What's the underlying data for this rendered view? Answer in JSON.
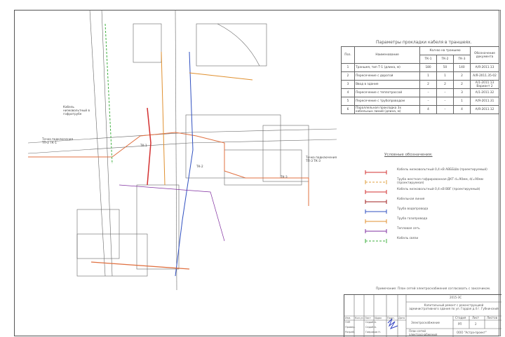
{
  "params_table": {
    "title": "Параметры прокладки кабеля в траншеях.",
    "headers": {
      "pos": "Поз.",
      "name": "Наименование",
      "qty": "Кол-во на траншею",
      "tk1": "ТК-1",
      "tk2": "ТК-2",
      "tk3": "ТК-3",
      "doc": "Обозначение документа"
    },
    "rows": [
      {
        "pos": "1",
        "name": "Траншея, тип Т-1 (длина, м)",
        "tk1": "180",
        "tk2": "50",
        "tk3": "140",
        "doc": "А/Я-2011.13"
      },
      {
        "pos": "2",
        "name": "Пересечение с дорогой",
        "tk1": "1",
        "tk2": "1",
        "tk3": "2",
        "doc": "А/Я-2011.35-02"
      },
      {
        "pos": "3",
        "name": "Ввод в здание",
        "tk1": "2",
        "tk2": "2",
        "tk3": "2",
        "doc": "А/1-2011.13 Вариант 2"
      },
      {
        "pos": "4",
        "name": "Пересечение с теплотрассой",
        "tk1": "–",
        "tk2": "–",
        "tk3": "3",
        "doc": "А/1-2011.32"
      },
      {
        "pos": "5",
        "name": "Пересечение с трубопроводом",
        "tk1": "–",
        "tk2": "–",
        "tk3": "1",
        "doc": "А/Я-2011.31"
      },
      {
        "pos": "6",
        "name": "Параллельная прокладка 3х кабельных линий (длина, м)",
        "tk1": "4",
        "tk2": "–",
        "tk3": "4",
        "doc": "А/Я-2011.12"
      }
    ]
  },
  "legend": {
    "title": "Условные обозначения:",
    "items": [
      {
        "label": "Кабель низковольтный 0,4 кВ АВББШв (проектируемый)",
        "color": "#d33030",
        "style": "solid"
      },
      {
        "label": "Труба жесткая гофрированная ДКТ d=90мм, d/=90мм (проектируемая)",
        "color": "#e0a040",
        "style": "dashed"
      },
      {
        "label": "Кабель низковольтный 0,4 кВ ВВГ (проектируемый)",
        "color": "#d33030",
        "style": "solid"
      },
      {
        "label": "Кабельная линия",
        "color": "#a02020",
        "style": "solid"
      },
      {
        "label": "Труба водопровода",
        "color": "#3050c0",
        "style": "solid"
      },
      {
        "label": "Труба газопровода",
        "color": "#e09030",
        "style": "solid"
      },
      {
        "label": "Тепловая сеть",
        "color": "#8030a0",
        "style": "solid"
      },
      {
        "label": "Кабель связи",
        "color": "#40b040",
        "style": "dashed"
      }
    ]
  },
  "plan_labels": {
    "label1": "Кабель низковольтный в гофротрубе",
    "label2": "Точка подключения ТП-2 ТК-1",
    "label3": "Точка подключения ТП-3 ТК-3",
    "tk1": "ТК-1",
    "tk2": "ТК-2",
    "tk3": "ТК-3"
  },
  "note": "Примечание: План сетей электроснабжения согласовать с заказчиком.",
  "title_block": {
    "code": "2015-ЭС",
    "project": "Капитальный ремонт с реконструкцией административного здания по ул. Гордая д.4 г. Губкинский",
    "section": "Электроснабжение",
    "sheet_title": "План сетей электроснабжения",
    "stage_label": "Стадия",
    "stage": "РП",
    "sheet_label": "Лист",
    "sheet": "2",
    "sheets_label": "Листов",
    "company": "ООО \"Астра-проект\"",
    "roles": [
      {
        "role": "ГИП",
        "name": "Седой А."
      },
      {
        "role": "Провер.",
        "name": "Седой А."
      },
      {
        "role": "Разраб.",
        "name": "Гавриков Н."
      }
    ],
    "cols": [
      "Изм.",
      "Кол.уч",
      "Лист",
      "№док",
      "Подп.",
      "Дата"
    ]
  }
}
